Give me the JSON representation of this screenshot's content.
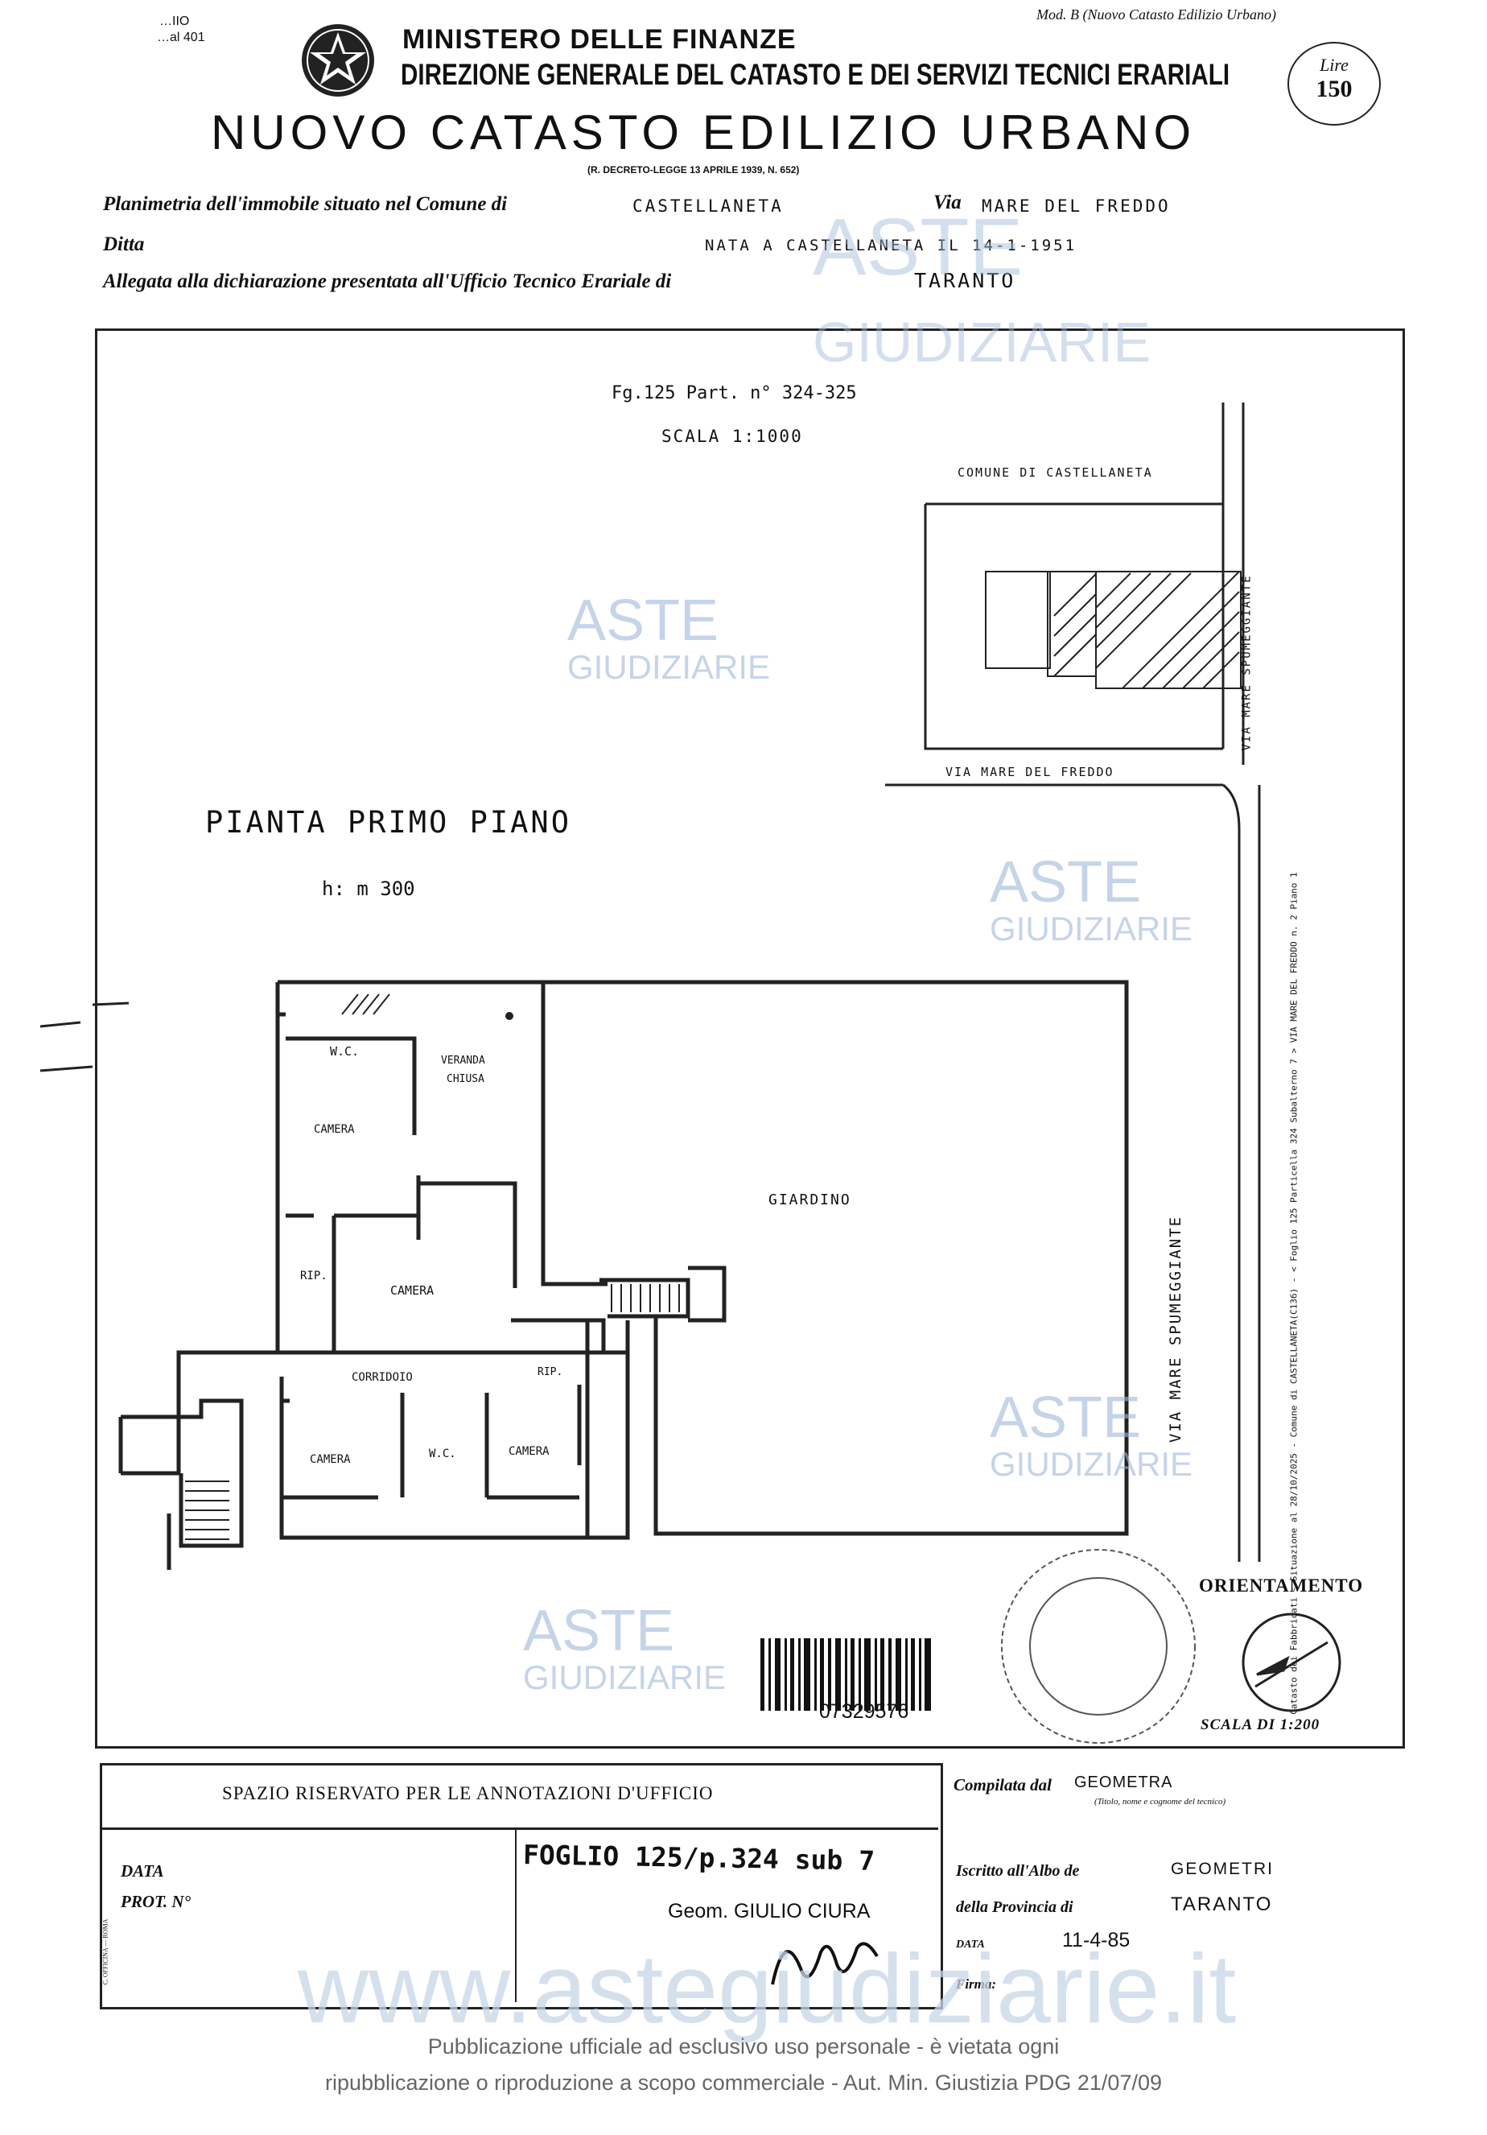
{
  "header": {
    "mod_code_left_1": "…IIO",
    "mod_code_left_2": "…al 401",
    "ministry": "MINISTERO DELLE FINANZE",
    "direzione": "DIREZIONE GENERALE DEL CATASTO E DEI SERVIZI TECNICI ERARIALI",
    "mod_right": "Mod. B (Nuovo Catasto Edilizio Urbano)",
    "stamp_label": "Lire",
    "stamp_value": "150",
    "main_title": "NUOVO CATASTO EDILIZIO URBANO",
    "decree": "(R. DECRETO-LEGGE 13 APRILE 1939, N. 652)"
  },
  "form": {
    "planimetria_label": "Planimetria dell'immobile situato nel Comune di",
    "comune_value": "CASTELLANETA",
    "via_label": "Via",
    "via_value": "MARE DEL FREDDO",
    "ditta_label": "Ditta",
    "ditta_value": "NATA A CASTELLANETA IL 14-1-1951",
    "allegata_label": "Allegata alla dichiarazione presentata all'Ufficio Tecnico Erariale di",
    "ufficio_value": "TARANTO"
  },
  "drawing": {
    "foglio_ref": "Fg.125 Part. n° 324-325",
    "scala_map": "SCALA 1:1000",
    "comune_label": "COMUNE DI CASTELLANETA",
    "street_right": "VIA MARE SPUMEGGIANTE",
    "street_bottom": "VIA MARE DEL FREDDO",
    "plan_title": "PIANTA PRIMO PIANO",
    "height": "h: m 300",
    "rooms": {
      "wc_top": "W.C.",
      "veranda_1": "VERANDA",
      "veranda_2": "CHIUSA",
      "camera_1": "CAMERA",
      "rip_1": "RIP.",
      "camera_2": "CAMERA",
      "corridoio": "CORRIDOIO",
      "rip_2": "RIP.",
      "camera_3": "CAMERA",
      "wc_bottom": "W.C.",
      "camera_4": "CAMERA",
      "giardino": "GIARDINO"
    },
    "street_vertical": "VIA MARE SPUMEGGIANTE",
    "orientamento": "ORIENTAMENTO",
    "scala_plan": "SCALA DI 1:200",
    "barcode_number": "07329576",
    "side_note": "Catasto dei Fabbricati - Situazione al 28/10/2025 - Comune di CASTELLANETA(C136) - < Foglio 125 Particella 324 Subalterno 7 > VIA MARE DEL FREDDO n. 2 Piano 1"
  },
  "footer_box": {
    "spazio": "SPAZIO RISERVATO PER LE ANNOTAZIONI D'UFFICIO",
    "data_label": "DATA",
    "prot_label": "PROT. N°",
    "foglio_hand": "FOGLIO 125/p.324 sub 7",
    "geom": "Geom. GIULIO CIURA",
    "tiny_left": "C. OFFICINA — ROMA",
    "compilata": "Compilata dal",
    "compilata_value": "GEOMETRA",
    "compilata_note": "(Titolo, nome e cognome del tecnico)",
    "iscritto": "Iscritto all'Albo de",
    "iscritto_value": "GEOMETRI",
    "provincia": "della Provincia di",
    "provincia_value": "TARANTO",
    "data_right_label": "DATA",
    "data_right_value": "11-4-85",
    "firma_label": "Firma:"
  },
  "watermarks": {
    "aste": "ASTE",
    "giudiziarie": "GIUDIZIARIE",
    "site": "www.astegiudiziarie.it"
  },
  "bottom_notice": {
    "line1": "Pubblicazione ufficiale ad esclusivo uso personale - è vietata ogni",
    "line2": "ripubblicazione o riproduzione a scopo commerciale - Aut. Min. Giustizia PDG 21/07/09"
  }
}
